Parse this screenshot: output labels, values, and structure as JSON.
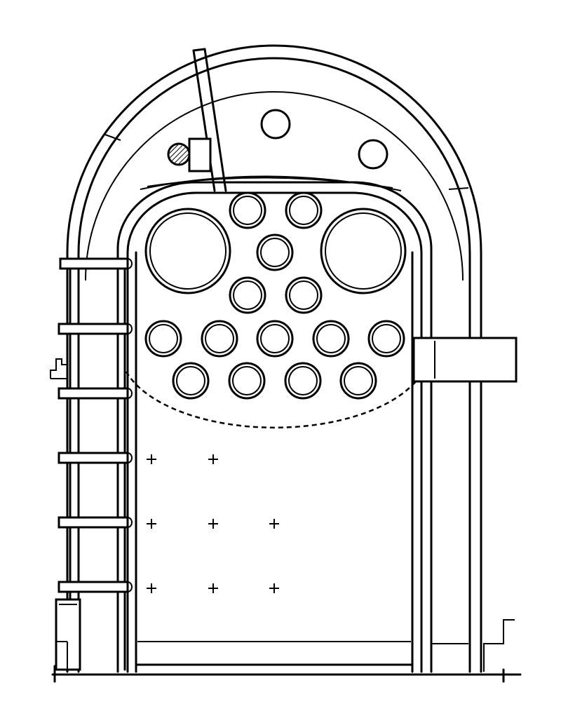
{
  "colors": {
    "line": "#000000",
    "background": "#ffffff"
  },
  "drawing": {
    "subject": "boiler-end-view",
    "symbols": [
      "cross-marker",
      "hatched-circle"
    ]
  }
}
